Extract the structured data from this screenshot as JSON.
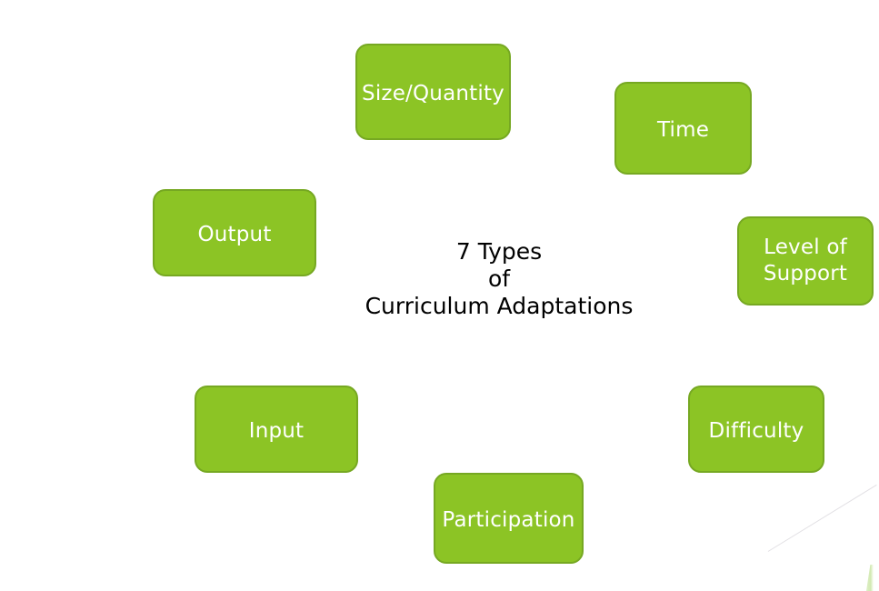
{
  "diagram": {
    "center": {
      "title": "7 Types\nof\nCurriculum Adaptations"
    },
    "nodes": [
      {
        "id": "size-quantity",
        "label": "Size/Quantity"
      },
      {
        "id": "time",
        "label": "Time"
      },
      {
        "id": "level-support",
        "label": "Level of\nSupport"
      },
      {
        "id": "output",
        "label": "Output"
      },
      {
        "id": "input",
        "label": "Input"
      },
      {
        "id": "participation",
        "label": "Participation"
      },
      {
        "id": "difficulty",
        "label": "Difficulty"
      }
    ],
    "colors": {
      "node_fill": "#8CC425",
      "node_border": "#76A822",
      "node_text": "#FFFFFF",
      "center_text": "#000000",
      "background": "#FFFFFF",
      "corner_line": "#E2E0E4",
      "corner_sliver": "#D2E9B2"
    }
  }
}
